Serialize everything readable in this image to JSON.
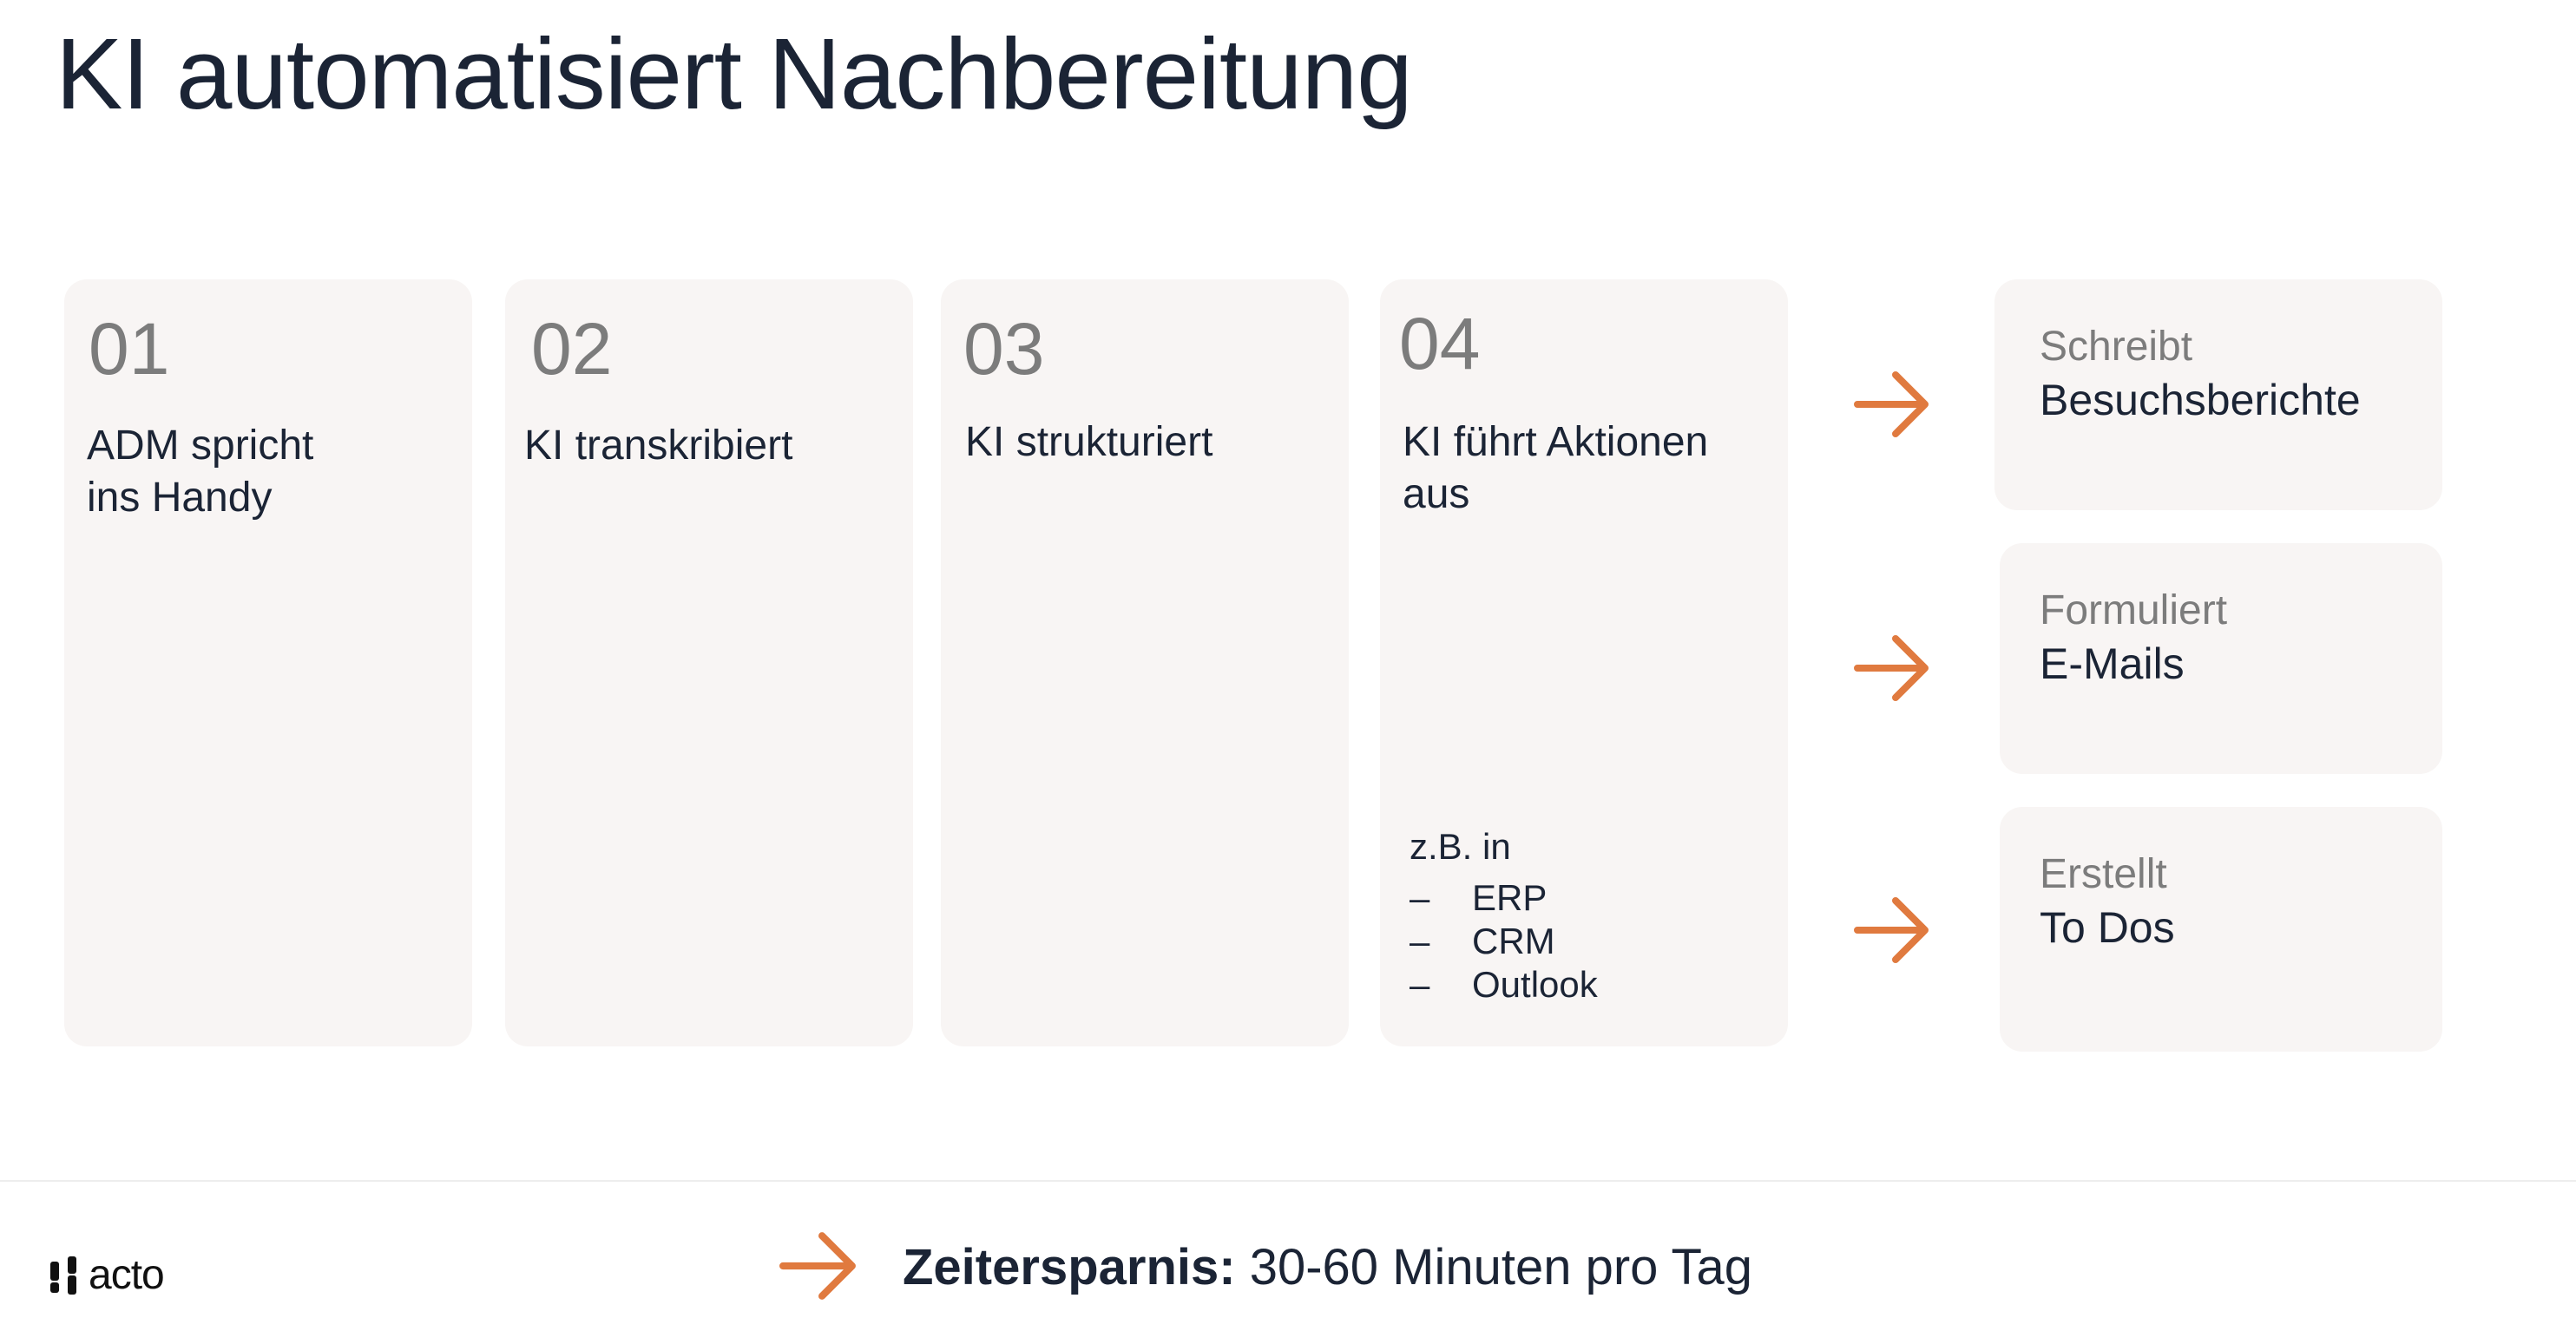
{
  "slide": {
    "title": "KI automatisiert Nachbereitung"
  },
  "steps": [
    {
      "number": "01",
      "text": "ADM spricht\nins Handy"
    },
    {
      "number": "02",
      "text": "KI transkribiert"
    },
    {
      "number": "03",
      "text": "KI strukturiert"
    },
    {
      "number": "04",
      "text": "KI führt Aktionen\naus"
    }
  ],
  "examples": {
    "label": "z.B. in",
    "dash": "–",
    "items": [
      "ERP",
      "CRM",
      "Outlook"
    ]
  },
  "results": [
    {
      "verb": "Schreibt",
      "object": "Besuchsberichte",
      "arrow_icon": "arrow-right-icon"
    },
    {
      "verb": "Formuliert",
      "object": "E-Mails",
      "arrow_icon": "arrow-right-icon"
    },
    {
      "verb": "Erstellt",
      "object": "To Dos",
      "arrow_icon": "arrow-right-icon"
    }
  ],
  "footer": {
    "logo_text": "acto",
    "savings_label": "Zeitersparnis:",
    "savings_value": " 30-60 Minuten pro Tag"
  },
  "colors": {
    "accent": "#e07a3f",
    "card_background": "#f8f5f4",
    "title_text": "#1b2435",
    "muted_text": "#7c7c7c"
  }
}
